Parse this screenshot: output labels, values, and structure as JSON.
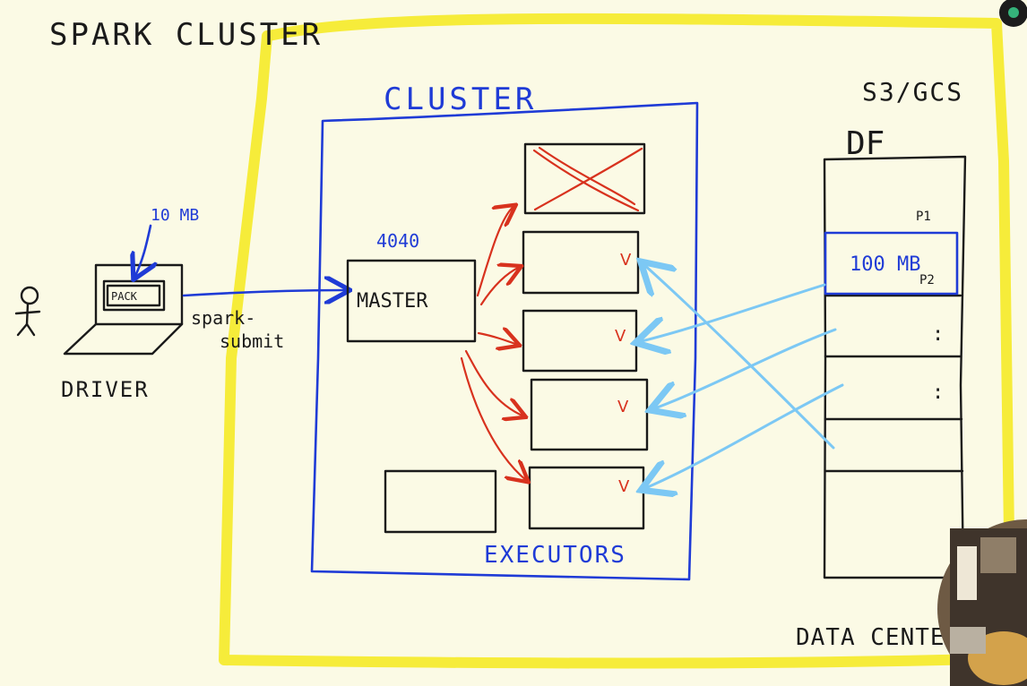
{
  "title": "SPARK CLUSTER",
  "cluster_label": "CLUSTER",
  "storage_label": "S3/GCS",
  "dataframe_label": "DF",
  "partitions": {
    "p1": "P1",
    "p2": "P2",
    "size": "100 MB",
    "ellipsis_a": ":",
    "ellipsis_b": ":"
  },
  "driver": {
    "label": "DRIVER",
    "package_label": "PACK",
    "package_size": "10 MB",
    "submit_label_1": "spark-",
    "submit_label_2": "submit"
  },
  "master": {
    "label": "MASTER",
    "port": "4040"
  },
  "executors_label": "EXECUTORS",
  "check_mark": "V",
  "data_center_label": "DATA CENTE"
}
